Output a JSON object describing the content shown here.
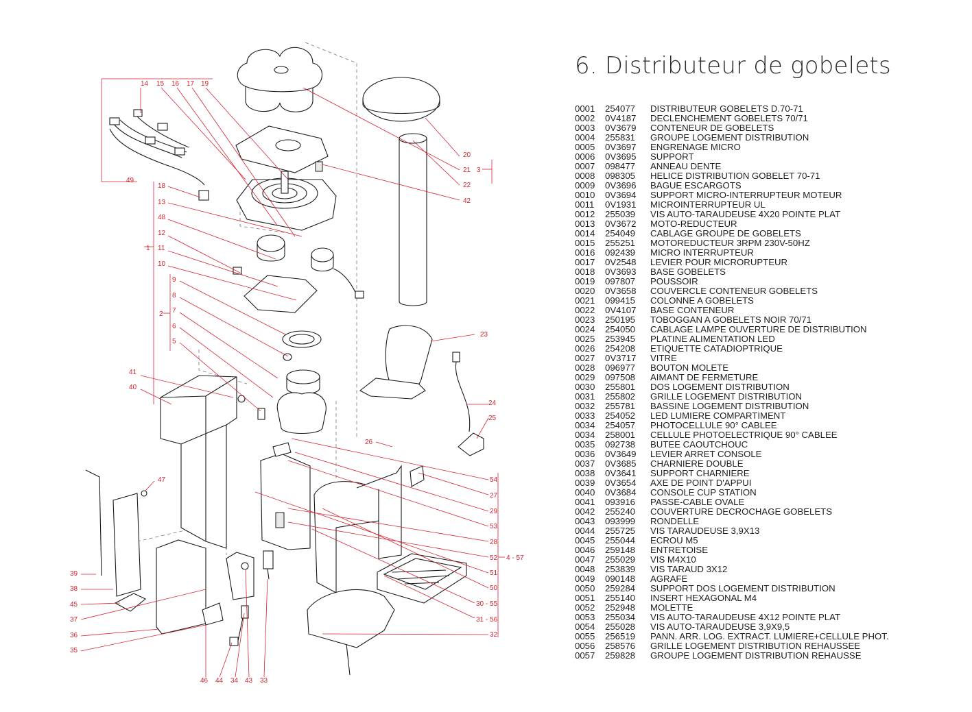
{
  "title": "6. Distributeur de gobelets",
  "callouts": {
    "c14": "14",
    "c15": "15",
    "c16": "16",
    "c17": "17",
    "c19": "19",
    "c49": "49",
    "c18": "18",
    "c13": "13",
    "c48": "48",
    "c12": "12",
    "c1": "1",
    "c11": "11",
    "c10": "10",
    "c9": "9",
    "c8": "8",
    "c2": "2",
    "c7": "7",
    "c6": "6",
    "c5": "5",
    "c41": "41",
    "c40": "40",
    "c47": "47",
    "c39": "39",
    "c38": "38",
    "c45": "45",
    "c37": "37",
    "c36": "36",
    "c35": "35",
    "c46": "46",
    "c44": "44",
    "c34": "34",
    "c43": "43",
    "c33": "33",
    "c26": "26",
    "c20": "20",
    "c21": "21",
    "c3": "3",
    "c22": "22",
    "c42": "42",
    "c23": "23",
    "c24": "24",
    "c25": "25",
    "c54": "54",
    "c27": "27",
    "c29": "29",
    "c53": "53",
    "c28": "28",
    "c52": "52",
    "c4_57": "4 - 57",
    "c51": "51",
    "c50": "50",
    "c30_55": "30 - 55",
    "c31_56": "31 - 56",
    "c32": "32"
  },
  "parts": [
    {
      "num": "0001",
      "code": "254077",
      "desc": "DISTRIBUTEUR GOBELETS D.70-71"
    },
    {
      "num": "0002",
      "code": "0V4187",
      "desc": "DECLENCHEMENT GOBELETS 70/71"
    },
    {
      "num": "0003",
      "code": "0V3679",
      "desc": "CONTENEUR DE GOBELETS"
    },
    {
      "num": "0004",
      "code": "255831",
      "desc": "GROUPE LOGEMENT DISTRIBUTION"
    },
    {
      "num": "0005",
      "code": "0V3697",
      "desc": "ENGRENAGE MICRO"
    },
    {
      "num": "0006",
      "code": "0V3695",
      "desc": "SUPPORT"
    },
    {
      "num": "0007",
      "code": "098477",
      "desc": "ANNEAU DENTE"
    },
    {
      "num": "0008",
      "code": "098305",
      "desc": "HELICE DISTRIBUTION GOBELET 70-71"
    },
    {
      "num": "0009",
      "code": "0V3696",
      "desc": "BAGUE ESCARGOTS"
    },
    {
      "num": "0010",
      "code": "0V3694",
      "desc": "SUPPORT MICRO-INTERRUPTEUR MOTEUR"
    },
    {
      "num": "0011",
      "code": "0V1931",
      "desc": "MICROINTERRUPTEUR UL"
    },
    {
      "num": "0012",
      "code": "255039",
      "desc": "VIS AUTO-TARAUDEUSE 4X20 POINTE PLAT"
    },
    {
      "num": "0013",
      "code": "0V3672",
      "desc": "MOTO-REDUCTEUR"
    },
    {
      "num": "0014",
      "code": "254049",
      "desc": "CABLAGE GROUPE DE GOBELETS"
    },
    {
      "num": "0015",
      "code": "255251",
      "desc": "MOTOREDUCTEUR 3RPM 230V-50HZ"
    },
    {
      "num": "0016",
      "code": "092439",
      "desc": "MICRO INTERRUPTEUR"
    },
    {
      "num": "0017",
      "code": "0V2548",
      "desc": "LEVIER POUR MICRORUPTEUR"
    },
    {
      "num": "0018",
      "code": "0V3693",
      "desc": "BASE GOBELETS"
    },
    {
      "num": "0019",
      "code": "097807",
      "desc": "POUSSOIR"
    },
    {
      "num": "0020",
      "code": "0V3658",
      "desc": "COUVERCLE CONTENEUR GOBELETS"
    },
    {
      "num": "0021",
      "code": "099415",
      "desc": "COLONNE A GOBELETS"
    },
    {
      "num": "0022",
      "code": "0V4107",
      "desc": "BASE CONTENEUR"
    },
    {
      "num": "0023",
      "code": "250195",
      "desc": "TOBOGGAN A GOBELETS NOIR 70/71"
    },
    {
      "num": "0024",
      "code": "254050",
      "desc": "CABLAGE LAMPE OUVERTURE DE DISTRIBUTION"
    },
    {
      "num": "0025",
      "code": "253945",
      "desc": "PLATINE ALIMENTATION LED"
    },
    {
      "num": "0026",
      "code": "254208",
      "desc": "ETIQUETTE CATADIOPTRIQUE"
    },
    {
      "num": "0027",
      "code": "0V3717",
      "desc": "VITRE"
    },
    {
      "num": "0028",
      "code": "096977",
      "desc": "BOUTON MOLETE"
    },
    {
      "num": "0029",
      "code": "097508",
      "desc": "AIMANT DE FERMETURE"
    },
    {
      "num": "0030",
      "code": "255801",
      "desc": "DOS LOGEMENT DISTRIBUTION"
    },
    {
      "num": "0031",
      "code": "255802",
      "desc": "GRILLE LOGEMENT DISTRIBUTION"
    },
    {
      "num": "0032",
      "code": "255781",
      "desc": "BASSINE LOGEMENT DISTRIBUTION"
    },
    {
      "num": "0033",
      "code": "254052",
      "desc": "LED LUMIERE COMPARTIMENT"
    },
    {
      "num": "0034",
      "code": "254057",
      "desc": "PHOTOCELLULE 90° CABLEE"
    },
    {
      "num": "0034",
      "code": "258001",
      "desc": "CELLULE PHOTOELECTRIQUE 90° CABLEE"
    },
    {
      "num": "0035",
      "code": "092738",
      "desc": "BUTEE CAOUTCHOUC"
    },
    {
      "num": "0036",
      "code": "0V3649",
      "desc": "LEVIER ARRET CONSOLE"
    },
    {
      "num": "0037",
      "code": "0V3685",
      "desc": "CHARNIERE DOUBLE"
    },
    {
      "num": "0038",
      "code": "0V3641",
      "desc": "SUPPORT CHARNIERE"
    },
    {
      "num": "0039",
      "code": "0V3654",
      "desc": "AXE DE POINT D'APPUI"
    },
    {
      "num": "0040",
      "code": "0V3684",
      "desc": "CONSOLE CUP STATION"
    },
    {
      "num": "0041",
      "code": "093916",
      "desc": "PASSE-CABLE OVALE"
    },
    {
      "num": "0042",
      "code": "255240",
      "desc": "COUVERTURE DECROCHAGE GOBELETS"
    },
    {
      "num": "0043",
      "code": "093999",
      "desc": "RONDELLE"
    },
    {
      "num": "0044",
      "code": "255725",
      "desc": "VIS TARAUDEUSE 3,9X13"
    },
    {
      "num": "0045",
      "code": "255044",
      "desc": "ECROU M5"
    },
    {
      "num": "0046",
      "code": "259148",
      "desc": "ENTRETOISE"
    },
    {
      "num": "0047",
      "code": "255029",
      "desc": "VIS M4X10"
    },
    {
      "num": "0048",
      "code": "253839",
      "desc": "VIS TARAUD 3X12"
    },
    {
      "num": "0049",
      "code": "090148",
      "desc": "AGRAFE"
    },
    {
      "num": "0050",
      "code": "259284",
      "desc": "SUPPORT DOS LOGEMENT DISTRIBUTION"
    },
    {
      "num": "0051",
      "code": "255140",
      "desc": "INSERT HEXAGONAL M4"
    },
    {
      "num": "0052",
      "code": "252948",
      "desc": "MOLETTE"
    },
    {
      "num": "0053",
      "code": "255034",
      "desc": "VIS AUTO-TARAUDEUSE 4X12 POINTE PLAT"
    },
    {
      "num": "0054",
      "code": "255028",
      "desc": "VIS AUTO-TARAUDEUSE 3,9X9,5"
    },
    {
      "num": "0055",
      "code": "256519",
      "desc": "PANN. ARR. LOG. EXTRACT. LUMIERE+CELLULE PHOT."
    },
    {
      "num": "0056",
      "code": "258576",
      "desc": "GRILLE LOGEMENT DISTRIBUTION REHAUSSEE"
    },
    {
      "num": "0057",
      "code": "259828",
      "desc": "GROUPE LOGEMENT DISTRIBUTION REHAUSSE"
    }
  ]
}
